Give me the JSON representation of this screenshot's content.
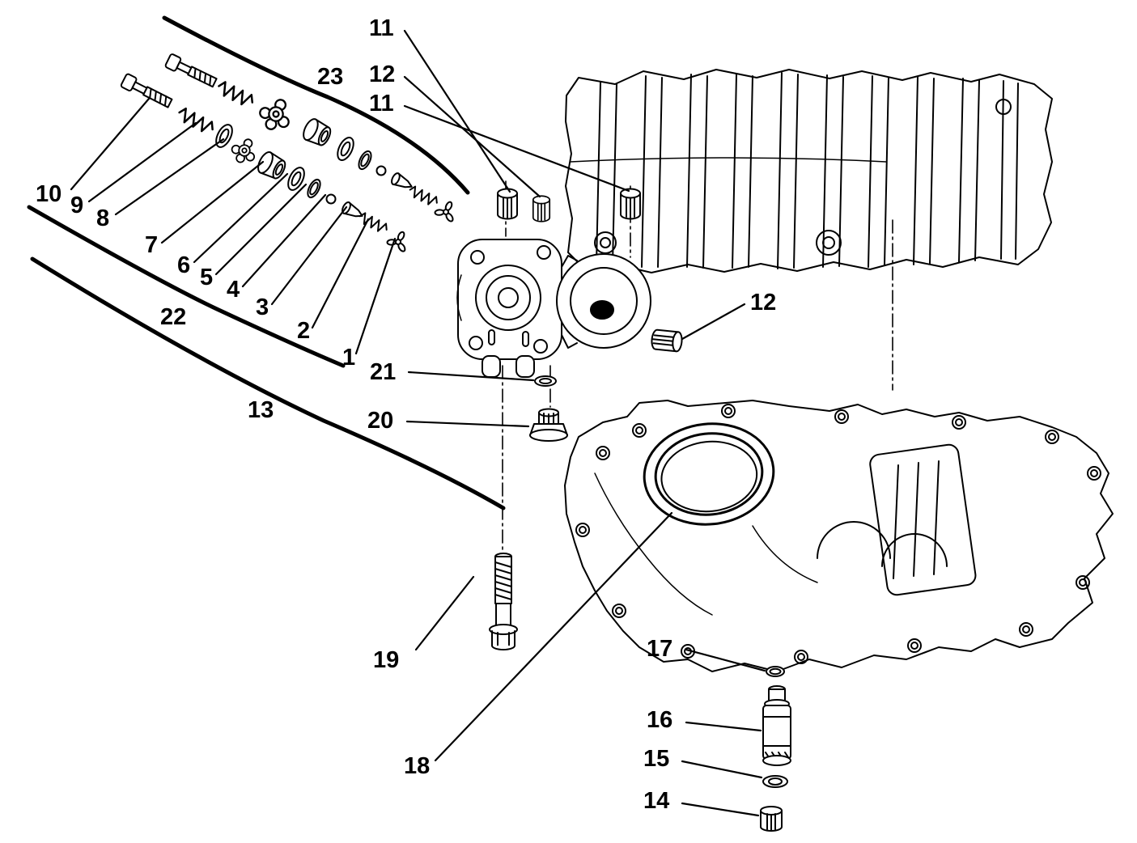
{
  "figure": {
    "kind": "exploded-parts-diagram",
    "colors": {
      "ink": "#000000",
      "paper": "#ffffff"
    }
  },
  "callouts": [
    {
      "label": "10"
    },
    {
      "label": "9"
    },
    {
      "label": "8"
    },
    {
      "label": "7"
    },
    {
      "label": "6"
    },
    {
      "label": "5"
    },
    {
      "label": "4"
    },
    {
      "label": "3"
    },
    {
      "label": "2"
    },
    {
      "label": "1"
    },
    {
      "label": "23"
    },
    {
      "label": "11"
    },
    {
      "label": "12"
    },
    {
      "label": "11"
    },
    {
      "label": "22"
    },
    {
      "label": "13"
    },
    {
      "label": "21"
    },
    {
      "label": "20"
    },
    {
      "label": "19"
    },
    {
      "label": "18"
    },
    {
      "label": "12"
    },
    {
      "label": "17"
    },
    {
      "label": "16"
    },
    {
      "label": "15"
    },
    {
      "label": "14"
    }
  ]
}
